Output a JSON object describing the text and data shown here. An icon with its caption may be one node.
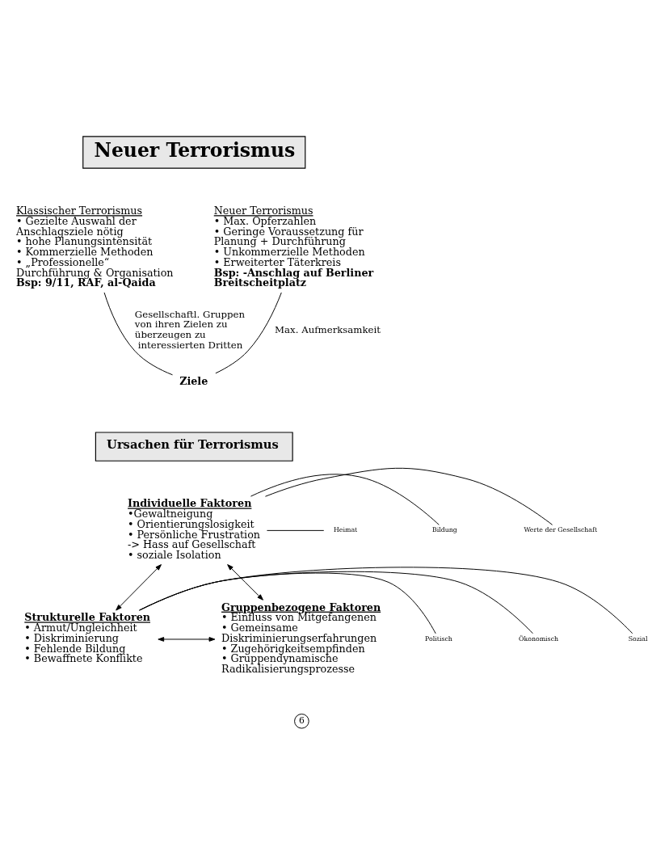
{
  "diagram": {
    "nodes": [
      {
        "text": [
          "Neuer Terrorismus"
        ]
      },
      {
        "text": [
          "Klassischer Terrorismus",
          "• Gezielte Auswahl der Anschlagsziele nötig",
          "• hohe Planungsintensität",
          "• Kommerzielle Methoden",
          "• „Professionelle“ Durchführung & Organisation",
          "Bsp: 9/11, RAF, al-Qaida"
        ]
      },
      {
        "text": [
          "Neuer Terrorismus",
          "• Max. Opferzahlen",
          "• Geringe Voraussetzung für Planung + Durchführung",
          "• Unkommerzielle Methoden",
          "• Erweiterter Täterkreis",
          "Bsp: -Anschlag auf Berliner Breitscheitplatz"
        ]
      },
      {
        "text": [
          "Ziele"
        ]
      },
      {
        "text": [
          "Ursachen für Terrorismus"
        ]
      },
      {
        "text": [
          "Individuelle Faktoren",
          "•Gewaltneigung",
          "• Orientierungslosigkeit",
          "• Persönliche Frustration",
          "-> Hass auf Gesellschaft",
          "• soziale Isolation"
        ]
      },
      {
        "text": [
          "Heimat"
        ]
      },
      {
        "text": [
          "Bildung"
        ]
      },
      {
        "text": [
          "Werte der Gesellschaft"
        ]
      },
      {
        "text": [
          "Strukturelle Faktoren",
          "• Armut/Ungleichheit",
          "• Diskriminierung",
          "• Fehlende Bildung",
          "• Bewaffnete Konflikte"
        ]
      },
      {
        "text": [
          "Politisch"
        ]
      },
      {
        "text": [
          "Ökonomisch"
        ]
      },
      {
        "text": [
          "Sozial"
        ]
      },
      {
        "text": [
          "Gruppenbezogene Faktoren",
          "• Einfluss von Mitgefangenen",
          "• Gemeinsame Diskriminierungserfahrungen",
          "• Zugehörigkeitsempfinden",
          "• Gruppendynamische Radikalisierungsprozesse"
        ]
      },
      {
        "text": [
          "6"
        ]
      }
    ],
    "edges": [
      {
        "from": 1,
        "to": 3,
        "arrow": "none",
        "label": "Gesellschaftl. Gruppen von ihren Zielen zu überzeugen zu interessierten Dritten"
      },
      {
        "from": 2,
        "to": 3,
        "arrow": "none",
        "label": "Max. Aufmerksamkeit"
      },
      {
        "from": 5,
        "to": 6,
        "arrow": "none"
      },
      {
        "from": 5,
        "to": 7,
        "arrow": "none"
      },
      {
        "from": 5,
        "to": 8,
        "arrow": "none"
      },
      {
        "from": 9,
        "to": 10,
        "arrow": "none"
      },
      {
        "from": 9,
        "to": 11,
        "arrow": "none"
      },
      {
        "from": 9,
        "to": 12,
        "arrow": "none"
      },
      {
        "from": 5,
        "to": 9,
        "arrow": "both"
      },
      {
        "from": 5,
        "to": 13,
        "arrow": "both"
      },
      {
        "from": 9,
        "to": 13,
        "arrow": "both"
      }
    ]
  }
}
